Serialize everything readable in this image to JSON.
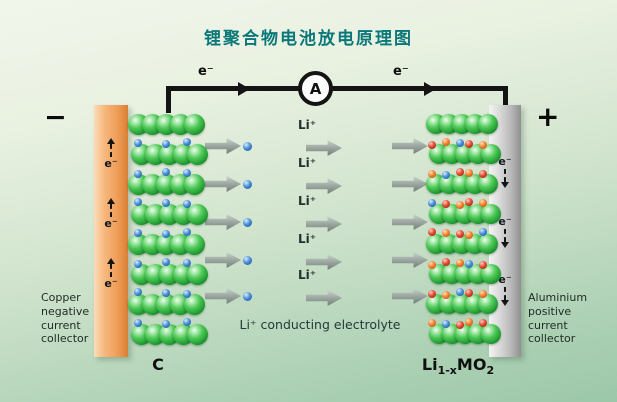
{
  "title": "锂聚合物电池放电原理图",
  "circuit": {
    "ammeter": "A",
    "electron_flow_left": "e⁻",
    "electron_flow_right": "e⁻"
  },
  "terminals": {
    "negative": "−",
    "positive": "+"
  },
  "left_collector": {
    "caption": "Copper\nnegative\ncurrent\ncollector",
    "electrons": [
      "e⁻",
      "e⁻",
      "e⁻"
    ]
  },
  "right_collector": {
    "caption": "Aluminium\npositive\ncurrent\ncollector",
    "electrons": [
      "e⁻",
      "e⁻",
      "e⁻"
    ]
  },
  "electrodes": {
    "left_label": "C",
    "right_label": {
      "base": "Li",
      "sub1": "1-x",
      "mid": "MO",
      "sub2": "2"
    }
  },
  "ion_rows": [
    "Li⁺",
    "Li⁺",
    "Li⁺",
    "Li⁺",
    "Li⁺"
  ],
  "electrolyte_label": "Li⁺ conducting electrolyte",
  "colors": {
    "title_teal": "#0a7878",
    "copper_collector": "#ee9c55",
    "aluminium_collector": "#b7b7b7",
    "graphite_sphere_green": "#2fae3e",
    "lithium_ion_blue": "#3b7fd0",
    "metal_oxide_orange": "#f58231",
    "metal_oxide_red": "#e64a33",
    "arrow_gray": "#9aa69f",
    "wire_black": "#141414"
  },
  "illustration": {
    "left_electrode": {
      "rows": 8,
      "spheres_per_row": 5,
      "ion_dots_per_gap": 3
    },
    "right_electrode": {
      "rows": 8,
      "spheres_per_row": 5,
      "dots_per_gap": 5
    },
    "ion_transport_rows": 5
  }
}
